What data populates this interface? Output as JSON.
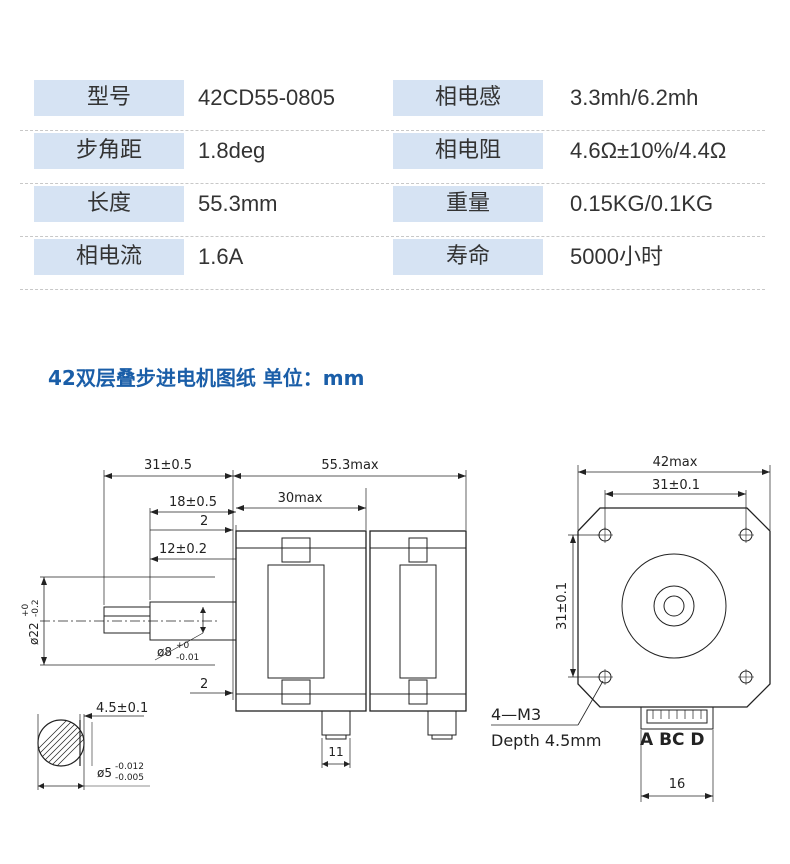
{
  "specs": [
    {
      "label1": "型号",
      "value1": "42CD55-0805",
      "label2": "相电感",
      "value2": "3.3mh/6.2mh"
    },
    {
      "label1": "步角距",
      "value1": "1.8deg",
      "label2": "相电阻",
      "value2": "4.6Ω±10%/4.4Ω"
    },
    {
      "label1": "长度",
      "value1": "55.3mm",
      "label2": "重量",
      "value2": "0.15KG/0.1KG"
    },
    {
      "label1": "相电流",
      "value1": "1.6A",
      "label2": "寿命",
      "value2": "5000小时"
    }
  ],
  "drawing": {
    "title": "42双层叠步进电机图纸  单位：mm",
    "dims": {
      "d31": "31±0.5",
      "d553": "55.3max",
      "d18": "18±0.5",
      "d30": "30max",
      "d2a": "2",
      "d12": "12±0.2",
      "d2b": "2",
      "d8": "ø8",
      "d8tol_top": "+0",
      "d8tol_bot": "-0.01",
      "d22": "ø22",
      "d22tol_top": "+0",
      "d22tol_bot": "-0.2",
      "d11": "11",
      "d45": "4.5±0.1",
      "d5": "ø5",
      "d5tol_top": "-0.012",
      "d5tol_bot": "-0.005",
      "d42": "42max",
      "d31b": "31±0.1",
      "d31v": "31±0.1",
      "m3": "4—M3",
      "depth": "Depth  4.5mm",
      "pins": "A  BC  D",
      "d16": "16"
    }
  }
}
